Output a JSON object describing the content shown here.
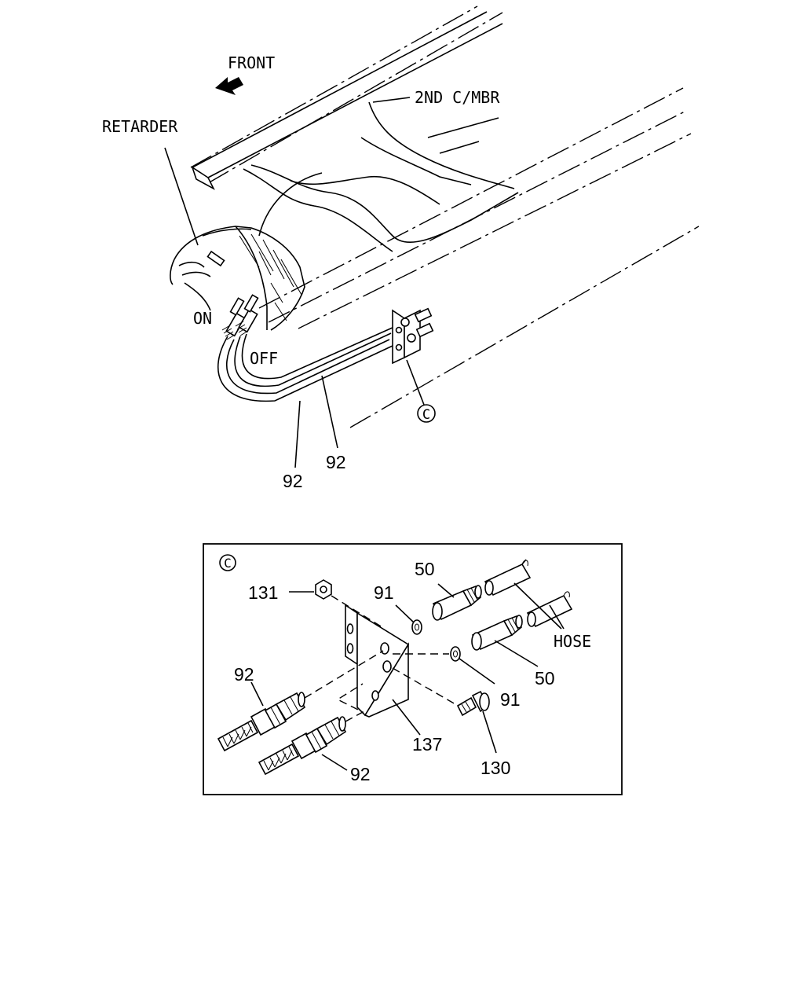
{
  "overview": {
    "front_label": "FRONT",
    "crossmember_label": "2ND C/MBR",
    "retarder_label": "RETARDER",
    "on_label": "ON",
    "off_label": "OFF",
    "callout_c": "C",
    "hose_callout_left": "92",
    "hose_callout_right": "92"
  },
  "detail": {
    "view_marker": "C",
    "parts": {
      "nut": "131",
      "washer_upper": "91",
      "washer_lower": "91",
      "adapter_upper": "50",
      "adapter_lower": "50",
      "hose_label": "HOSE",
      "hose_fitting_upper": "92",
      "hose_fitting_lower": "92",
      "bracket": "137",
      "bolt": "130"
    }
  }
}
